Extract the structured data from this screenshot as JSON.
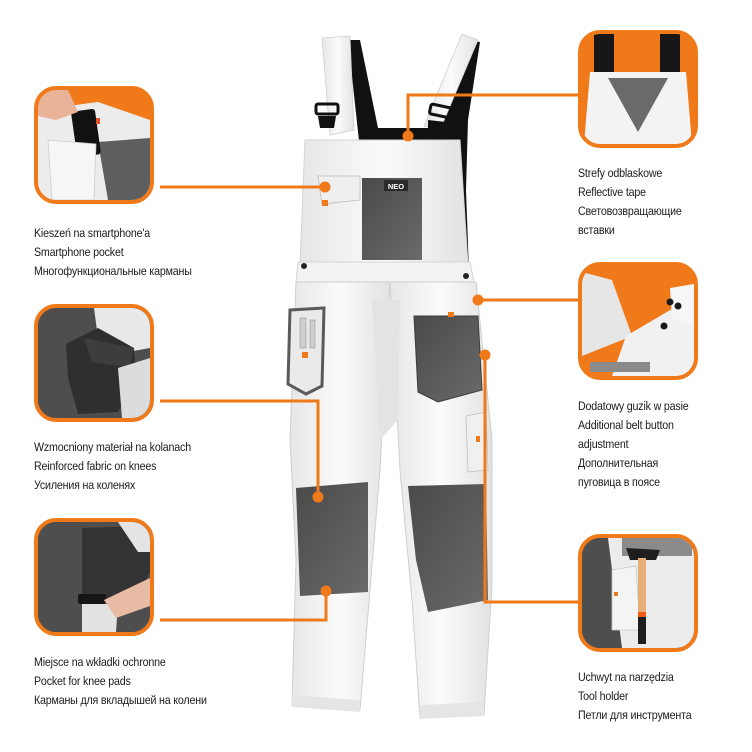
{
  "brand": {
    "logo_text": "NEO",
    "accent_color": "#f07a1a",
    "fabric_white": "#f4f4f4",
    "fabric_grey": "#5c5c5c",
    "strap_black": "#111111"
  },
  "product": {
    "name": "Bib overalls (white / grey)",
    "logo_on_chest": "NEO"
  },
  "features": [
    {
      "id": "smartphone-pocket",
      "side": "left",
      "image_desc": "hand placing smartphone into chest pocket",
      "lines": [
        "Kieszeń na smartphone'a",
        "Smartphone pocket",
        "Многофункциональные карманы"
      ]
    },
    {
      "id": "reinforced-knees",
      "side": "left",
      "image_desc": "close-up of bent knee with grey reinforced fabric",
      "lines": [
        "Wzmocniony materiał na kolanach",
        "Reinforced fabric on knees",
        "Усиления на коленях"
      ]
    },
    {
      "id": "knee-pad-pocket",
      "side": "left",
      "image_desc": "hand inserting knee pad into knee pocket",
      "lines": [
        "Miejsce na wkładki ochronne",
        "Pocket for knee pads",
        "Карманы для вкладышей на колени"
      ]
    },
    {
      "id": "reflective-tape",
      "side": "right",
      "image_desc": "back view with black straps and grey triangular reflective insert",
      "lines": [
        "Strefy odblaskowe",
        "Reflective tape",
        "Световозвращающие",
        "вставки"
      ]
    },
    {
      "id": "belt-button",
      "side": "right",
      "image_desc": "waistband with extra black buttons on orange background",
      "lines": [
        "Dodatowy guzik w pasie",
        "Additional belt button",
        "adjustment",
        "Дополнительная",
        "пуговица в поясе"
      ]
    },
    {
      "id": "tool-holder",
      "side": "right",
      "image_desc": "hammer hanging in side tool loop",
      "lines": [
        "Uchwyt na narzędzia",
        "Tool holder",
        "Петли для инструмента"
      ]
    }
  ]
}
